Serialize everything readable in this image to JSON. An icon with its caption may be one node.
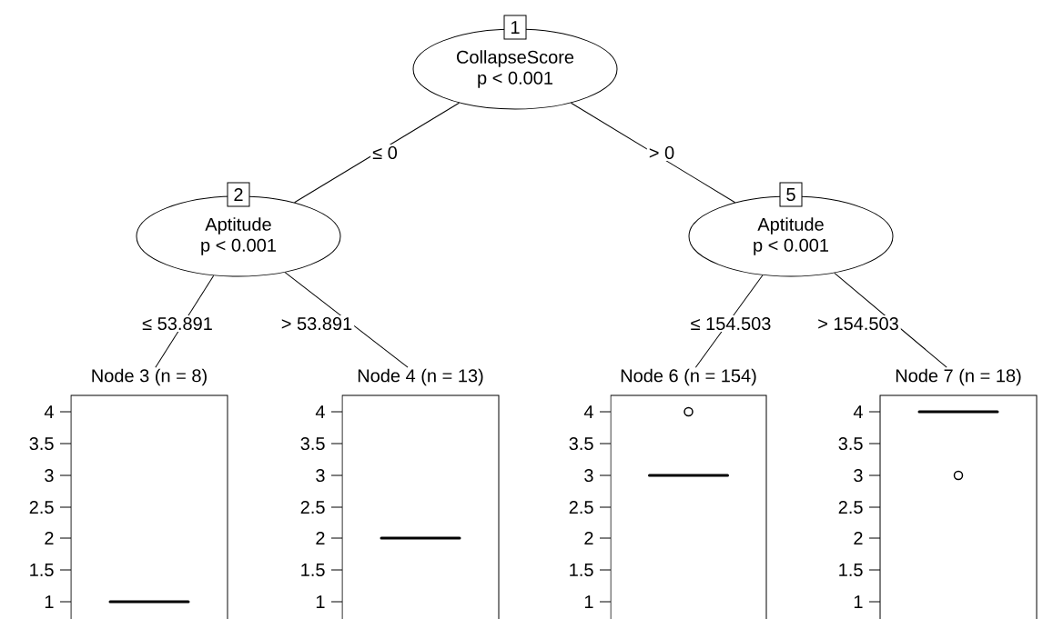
{
  "diagram": {
    "nodes": [
      {
        "text": [
          "CollapseScore",
          "p < 0.001"
        ],
        "beside": [
          "1"
        ]
      },
      {
        "text": [
          "Aptitude",
          "p < 0.001"
        ],
        "beside": [
          "2"
        ]
      },
      {
        "text": [
          "Aptitude",
          "p < 0.001"
        ],
        "beside": [
          "5"
        ]
      },
      {
        "text": [
          "Node 3 (n = 8)"
        ]
      },
      {
        "text": [
          "Node 4 (n = 13)"
        ]
      },
      {
        "text": [
          "Node 6 (n = 154)"
        ]
      },
      {
        "text": [
          "Node 7 (n = 18)"
        ]
      }
    ],
    "edges": [
      {
        "from": 0,
        "to": 1,
        "arrow": "none",
        "label": "≤ 0"
      },
      {
        "from": 0,
        "to": 2,
        "arrow": "none",
        "label": "> 0"
      },
      {
        "from": 1,
        "to": 3,
        "arrow": "none",
        "label": "≤ 53.891"
      },
      {
        "from": 1,
        "to": 4,
        "arrow": "none",
        "label": "> 53.891"
      },
      {
        "from": 2,
        "to": 5,
        "arrow": "none",
        "label": "≤ 154.503"
      },
      {
        "from": 2,
        "to": 6,
        "arrow": "none",
        "label": "> 154.503"
      }
    ],
    "labels": [
      "4",
      "3.5",
      "3",
      "2.5",
      "2",
      "1.5",
      "1",
      "4",
      "3.5",
      "3",
      "2.5",
      "2",
      "1.5",
      "1",
      "4",
      "3.5",
      "3",
      "2.5",
      "2",
      "1.5",
      "1",
      "4",
      "3.5",
      "3",
      "2.5",
      "2",
      "1.5",
      "1"
    ]
  }
}
